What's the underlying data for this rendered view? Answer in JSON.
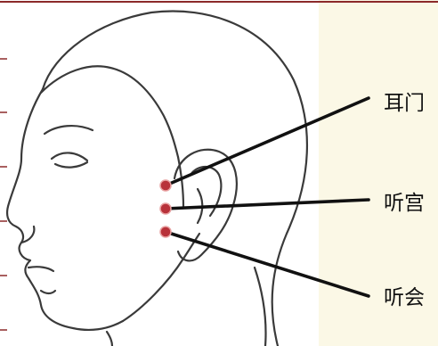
{
  "points": [
    {
      "name": "耳门",
      "color": "#b8323a"
    },
    {
      "name": "听宫",
      "color": "#b8323a"
    },
    {
      "name": "听会",
      "color": "#b8323a"
    }
  ],
  "colors": {
    "background": "#fbf8e6",
    "panel": "#ffffff",
    "outline": "#3a3a3a",
    "leader_line": "#111111",
    "frame_red": "#8c2a2a"
  }
}
